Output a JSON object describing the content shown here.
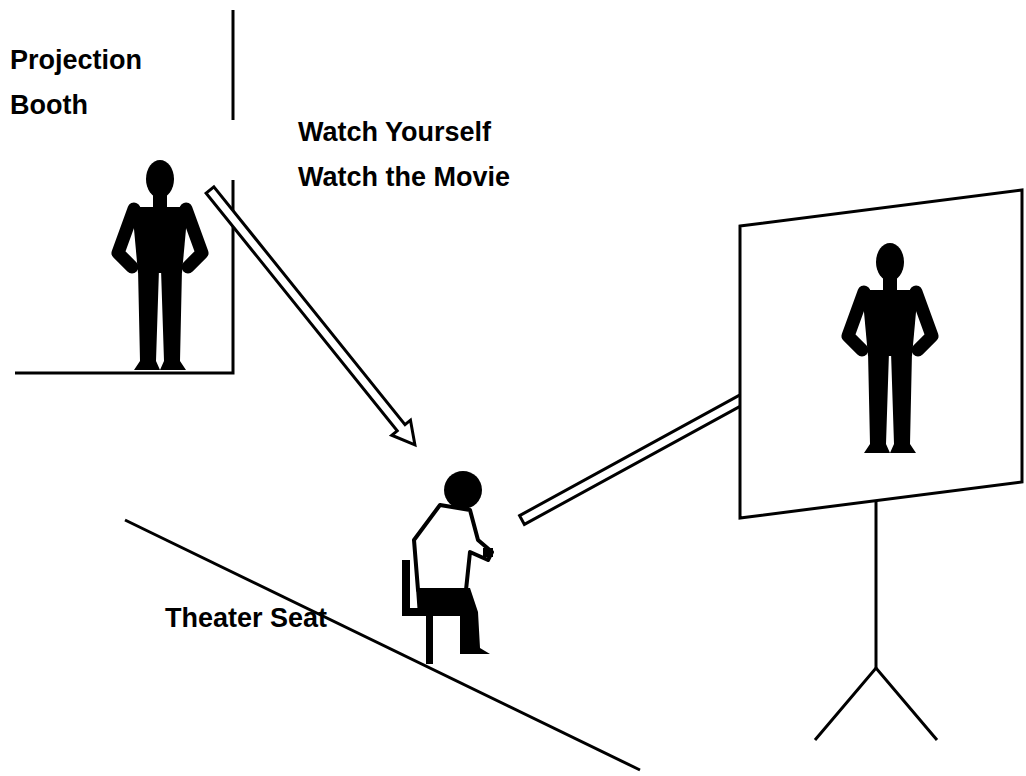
{
  "diagram": {
    "labels": [
      "Projection Booth",
      "Watch Yourself Watch the Movie",
      "Theater Seat"
    ]
  }
}
